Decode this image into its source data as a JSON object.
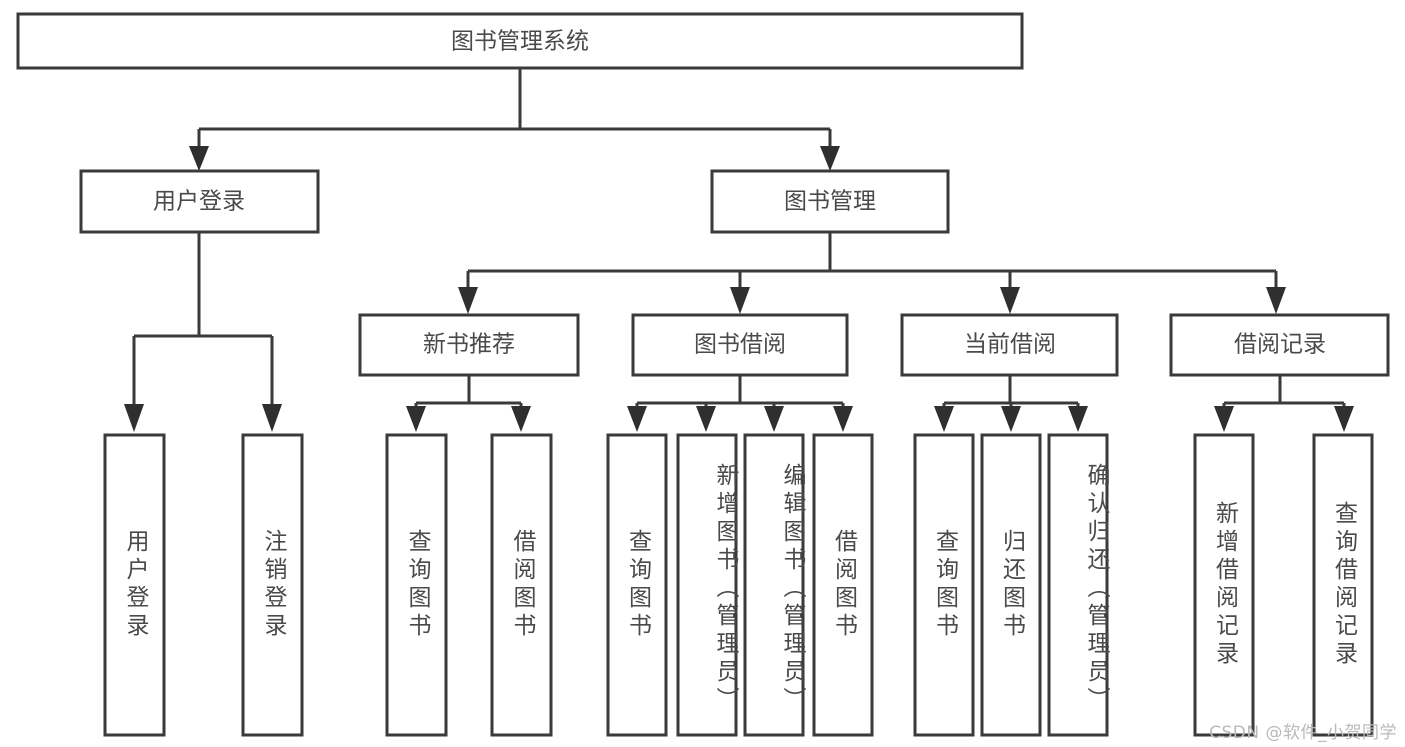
{
  "diagram": {
    "type": "tree",
    "title": "图书管理系统",
    "root": {
      "label": "图书管理系统"
    },
    "level1": [
      {
        "label": "用户登录"
      },
      {
        "label": "图书管理"
      }
    ],
    "level2": [
      {
        "label": "新书推荐",
        "parent": "图书管理"
      },
      {
        "label": "图书借阅",
        "parent": "图书管理"
      },
      {
        "label": "当前借阅",
        "parent": "图书管理"
      },
      {
        "label": "借阅记录",
        "parent": "图书管理"
      }
    ],
    "leaves": {
      "用户登录": [
        {
          "label": "用户登录"
        },
        {
          "label": "注销登录"
        }
      ],
      "新书推荐": [
        {
          "label": "查询图书"
        },
        {
          "label": "借阅图书"
        }
      ],
      "图书借阅": [
        {
          "label": "查询图书"
        },
        {
          "label": "新增图书（管理员）"
        },
        {
          "label": "编辑图书（管理员）"
        },
        {
          "label": "借阅图书"
        }
      ],
      "当前借阅": [
        {
          "label": "查询图书"
        },
        {
          "label": "归还图书"
        },
        {
          "label": "确认归还（管理员）"
        }
      ],
      "借阅记录": [
        {
          "label": "新增借阅记录"
        },
        {
          "label": "查询借阅记录"
        }
      ]
    }
  },
  "watermark": {
    "text": "CSDN @软件_小贺同学"
  },
  "colors": {
    "stroke": "#3a3a3a",
    "text": "#4a4a4a",
    "background": "#ffffff",
    "watermark": "#b9b9b9"
  }
}
